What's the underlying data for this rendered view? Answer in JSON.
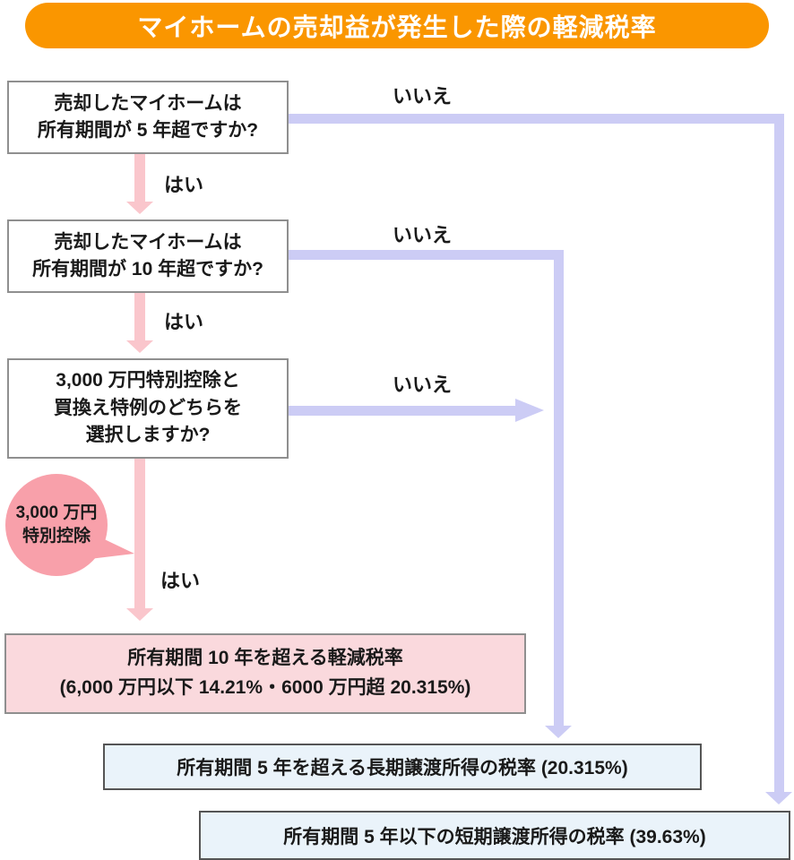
{
  "header": {
    "title": "マイホームの売却益が発生した際の軽減税率"
  },
  "colors": {
    "banner_orange": "#FA9600",
    "connector_purple": "#CCCCF5",
    "arrow_pink": "#FAC6CC",
    "bubble_pink": "#F8A0AA",
    "result_pink_bg": "#FAD9DD",
    "result_blue_bg": "#EAF3FA"
  },
  "flow": {
    "q1": {
      "lines": [
        "売却したマイホームは",
        "所有期間が 5 年超ですか?"
      ],
      "yes": "はい",
      "no": "いいえ"
    },
    "q2": {
      "lines": [
        "売却したマイホームは",
        "所有期間が 10 年超ですか?"
      ],
      "yes": "はい",
      "no": "いいえ"
    },
    "q3": {
      "lines": [
        "3,000 万円特別控除と",
        "買換え特例のどちらを",
        "選択しますか?"
      ],
      "yes": "はい",
      "no": "いいえ"
    },
    "bubble": {
      "lines": [
        "3,000 万円",
        "特別控除"
      ]
    },
    "results": {
      "reduced": {
        "lines": [
          "所有期間 10 年を超える軽減税率",
          "(6,000 万円以下 14.21%・6000 万円超 20.315%)"
        ]
      },
      "long_term": {
        "label": "所有期間 5 年を超える長期譲渡所得の税率 (20.315%)"
      },
      "short_term": {
        "label": "所有期間 5 年以下の短期譲渡所得の税率 (39.63%)"
      }
    }
  }
}
